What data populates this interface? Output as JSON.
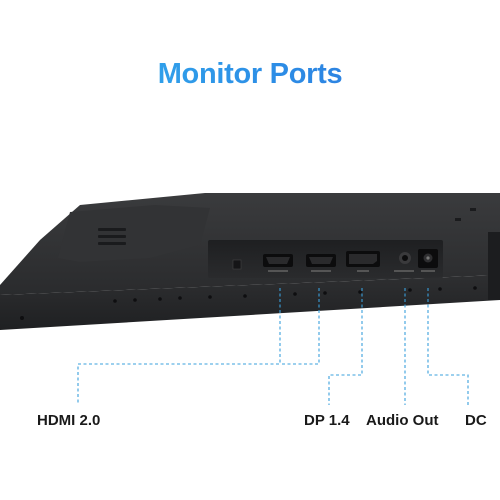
{
  "title": "Monitor Ports",
  "ports": {
    "hdmi": "HDMI 2.0",
    "dp": "DP 1.4",
    "audio": "Audio Out",
    "dc": "DC"
  },
  "icons": {
    "hdmi_port_1": "hdmi-port-icon",
    "hdmi_port_2": "hdmi-port-icon",
    "dp_port": "displayport-icon",
    "audio_jack": "audio-jack-icon",
    "dc_jack": "dc-power-jack-icon",
    "lock_slot": "kensington-lock-icon"
  },
  "colors": {
    "title_start": "#36b8ef",
    "title_end": "#2f6fd8",
    "connector_line": "#3aa0dc",
    "monitor_body": "#2b2c2e"
  }
}
